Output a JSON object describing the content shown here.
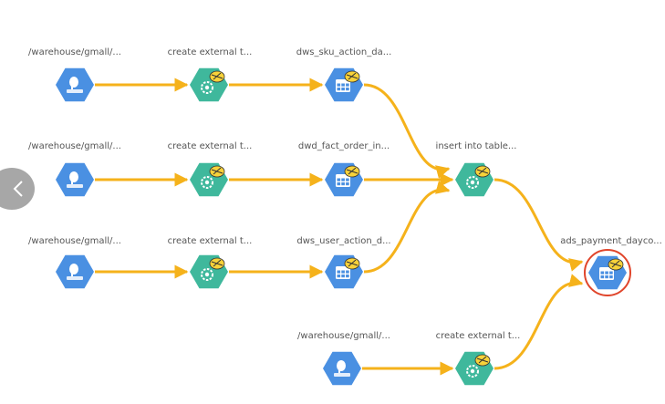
{
  "colors": {
    "edge": "#f5b21b",
    "hdfs_node": "#4a90e2",
    "task_node": "#3fb89c",
    "table_node": "#4a90e2",
    "highlight_ring": "#e0452b",
    "hive_badge": "#f7d23a"
  },
  "icons": {
    "hdfs": "hdfs-elephant-icon",
    "task": "gear-hive-icon",
    "table": "table-grid-hive-icon",
    "back": "chevron-left-icon"
  },
  "nodes": [
    {
      "id": "n1",
      "type": "hdfs",
      "label": "/warehouse/gmall/..."
    },
    {
      "id": "n2",
      "type": "task",
      "label": "create external t..."
    },
    {
      "id": "n3",
      "type": "table",
      "label": "dws_sku_action_da..."
    },
    {
      "id": "n4",
      "type": "hdfs",
      "label": "/warehouse/gmall/..."
    },
    {
      "id": "n5",
      "type": "task",
      "label": "create external t..."
    },
    {
      "id": "n6",
      "type": "table",
      "label": "dwd_fact_order_in..."
    },
    {
      "id": "n7",
      "type": "task",
      "label": "insert into table..."
    },
    {
      "id": "n8",
      "type": "hdfs",
      "label": "/warehouse/gmall/..."
    },
    {
      "id": "n9",
      "type": "task",
      "label": "create external t..."
    },
    {
      "id": "n10",
      "type": "table",
      "label": "dws_user_action_d..."
    },
    {
      "id": "n11",
      "type": "table",
      "label": "ads_payment_dayco...",
      "highlighted": true
    },
    {
      "id": "n12",
      "type": "hdfs",
      "label": "/warehouse/gmall/..."
    },
    {
      "id": "n13",
      "type": "task",
      "label": "create external t..."
    }
  ],
  "edges": [
    [
      "n1",
      "n2"
    ],
    [
      "n2",
      "n3"
    ],
    [
      "n3",
      "n7"
    ],
    [
      "n4",
      "n5"
    ],
    [
      "n5",
      "n6"
    ],
    [
      "n6",
      "n7"
    ],
    [
      "n8",
      "n9"
    ],
    [
      "n9",
      "n10"
    ],
    [
      "n10",
      "n7"
    ],
    [
      "n7",
      "n11"
    ],
    [
      "n12",
      "n13"
    ],
    [
      "n13",
      "n11"
    ]
  ]
}
